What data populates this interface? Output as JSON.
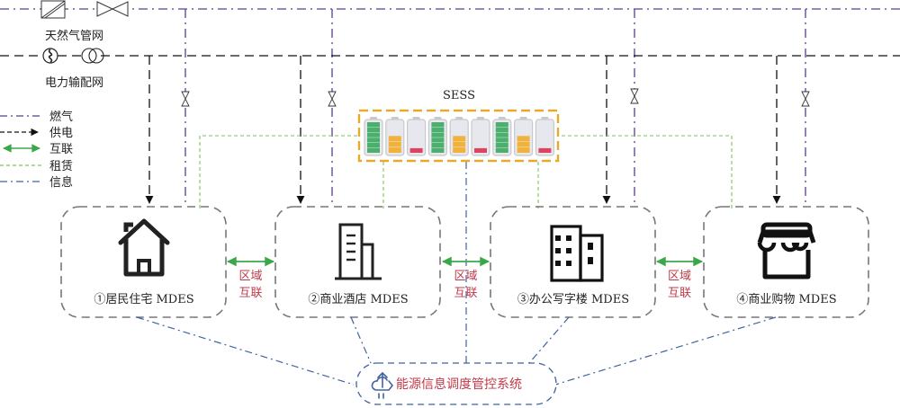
{
  "networks": {
    "gas_grid_label": "天然气管网",
    "power_grid_label": "电力输配网"
  },
  "legend": [
    {
      "key": "gas",
      "label": "燃气",
      "color": "#5b3e8c"
    },
    {
      "key": "power",
      "label": "供电",
      "color": "#111111"
    },
    {
      "key": "interconnect",
      "label": "互联",
      "color": "#3aa84a"
    },
    {
      "key": "lease",
      "label": "租赁",
      "color": "#7ec35a"
    },
    {
      "key": "info",
      "label": "信息",
      "color": "#3f63a0"
    }
  ],
  "sess": {
    "title": "SESS",
    "border_color": "#e8aa2a",
    "batteries": [
      {
        "level": "full",
        "color": "#4caf6e"
      },
      {
        "level": "half",
        "color": "#f0b23c"
      },
      {
        "level": "low",
        "color": "#e0415f"
      },
      {
        "level": "full",
        "color": "#4caf6e"
      },
      {
        "level": "half",
        "color": "#f0b23c"
      },
      {
        "level": "low",
        "color": "#e0415f"
      },
      {
        "level": "full",
        "color": "#4caf6e"
      },
      {
        "level": "half",
        "color": "#f0b23c"
      },
      {
        "level": "low",
        "color": "#e0415f"
      }
    ]
  },
  "mdes": [
    {
      "label": "①居民住宅 MDES",
      "icon": "house-icon"
    },
    {
      "label": "②商业酒店 MDES",
      "icon": "hotel-icon"
    },
    {
      "label": "③办公写字楼 MDES",
      "icon": "office-icon"
    },
    {
      "label": "④商业购物 MDES",
      "icon": "store-icon"
    }
  ],
  "region_link": {
    "line1": "区域",
    "line2": "互联"
  },
  "control_system": {
    "label": "能源信息调度管控系统",
    "icon": "cloud-upload-icon"
  }
}
